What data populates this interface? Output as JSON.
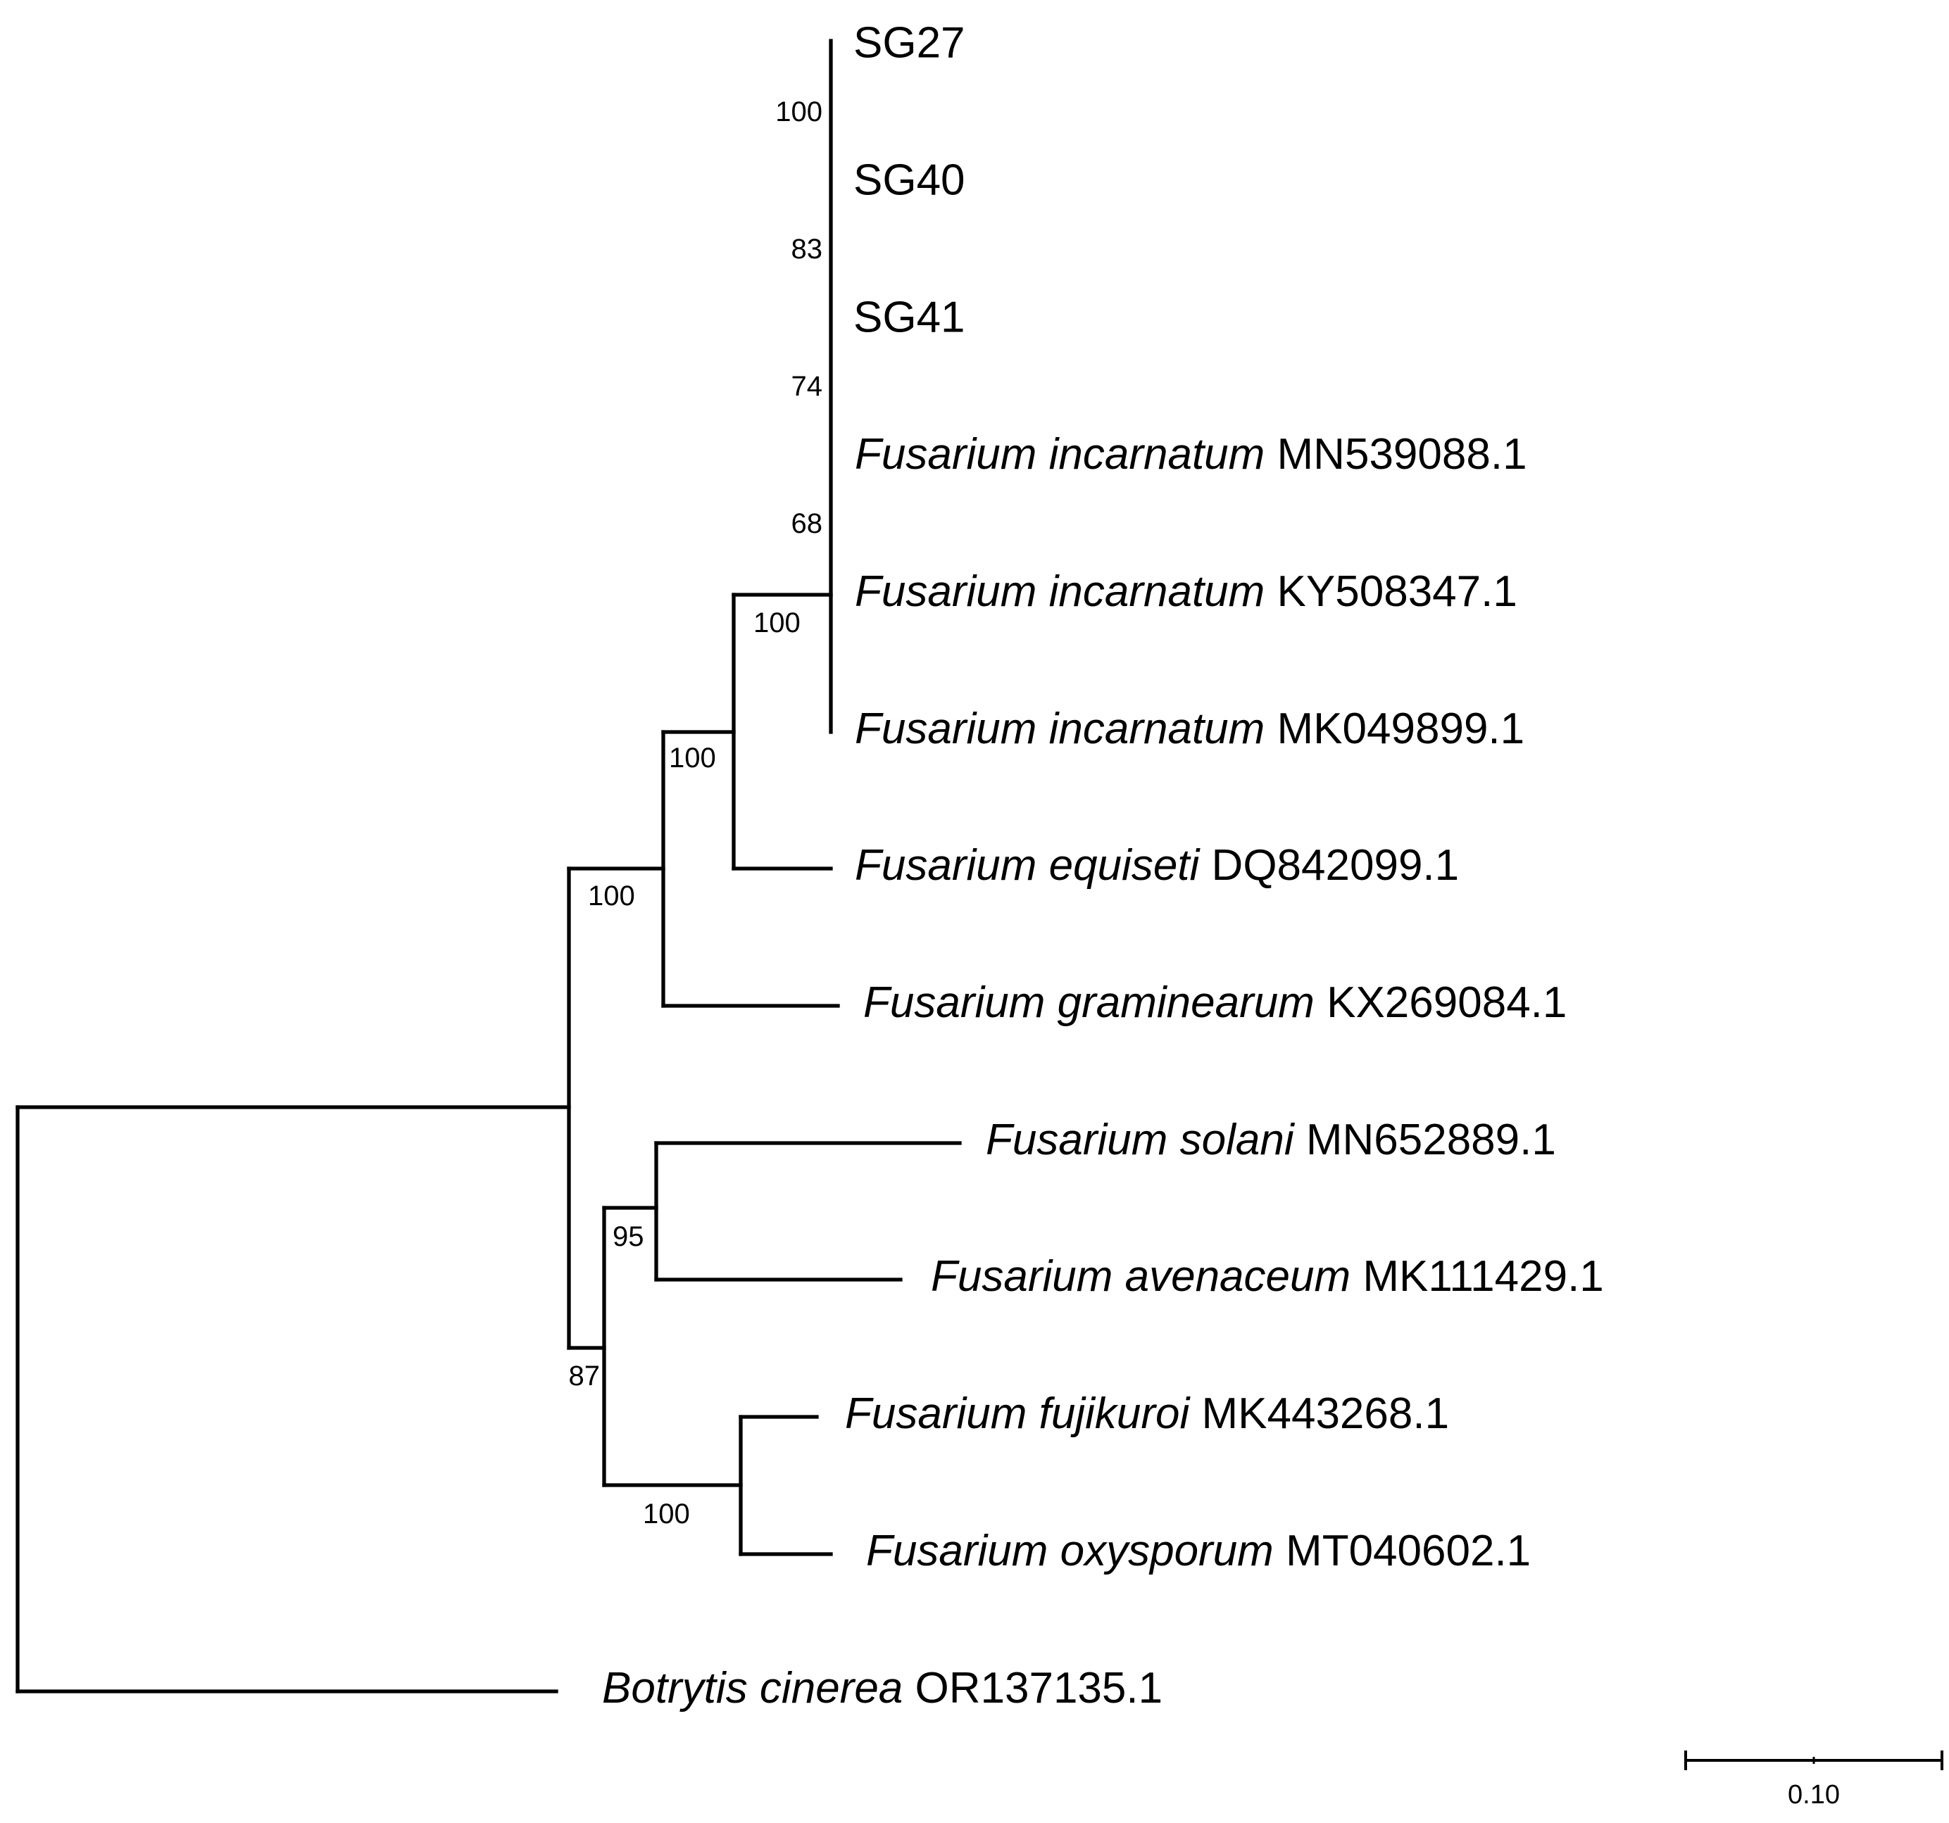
{
  "tree": {
    "taxa": [
      {
        "id": "SG27",
        "genus": "",
        "code": "SG27"
      },
      {
        "id": "SG40",
        "genus": "",
        "code": "SG40"
      },
      {
        "id": "SG41",
        "genus": "",
        "code": "SG41"
      },
      {
        "id": "incarnatum_MN539088",
        "genus": "Fusarium incarnatum",
        "code": "MN539088.1"
      },
      {
        "id": "incarnatum_KY508347",
        "genus": "Fusarium incarnatum",
        "code": "KY508347.1"
      },
      {
        "id": "incarnatum_MK049899",
        "genus": "Fusarium incarnatum",
        "code": "MK049899.1"
      },
      {
        "id": "equiseti",
        "genus": "Fusarium equiseti",
        "code": "DQ842099.1"
      },
      {
        "id": "graminearum",
        "genus": "Fusarium graminearum",
        "code": "KX269084.1"
      },
      {
        "id": "solani",
        "genus": "Fusarium solani",
        "code": "MN652889.1"
      },
      {
        "id": "avenaceum",
        "genus": "Fusarium avenaceum",
        "code": "MK111429.1"
      },
      {
        "id": "fujikuroi",
        "genus": "Fusarium fujikuroi",
        "code": "MK443268.1"
      },
      {
        "id": "oxysporum",
        "genus": "Fusarium oxysporum",
        "code": "MT040602.1"
      },
      {
        "id": "botrytis",
        "genus": "Botrytis cinerea",
        "code": "OR137135.1"
      }
    ],
    "support_values": [
      {
        "id": "b_sg27_sg40",
        "value": "100"
      },
      {
        "id": "b_sg40_sg41",
        "value": "83"
      },
      {
        "id": "b_sg41_mn",
        "value": "74"
      },
      {
        "id": "b_mn_ky",
        "value": "68"
      },
      {
        "id": "b_incarnatum",
        "value": "100"
      },
      {
        "id": "b_equiseti",
        "value": "100"
      },
      {
        "id": "b_graminearum",
        "value": "100"
      },
      {
        "id": "b_solani_avenaceum",
        "value": "95"
      },
      {
        "id": "b_lower",
        "value": "87"
      },
      {
        "id": "b_fujikuroi_oxysporum",
        "value": "100"
      }
    ],
    "scale_bar": {
      "value": 0.1,
      "label": "0.10"
    }
  }
}
